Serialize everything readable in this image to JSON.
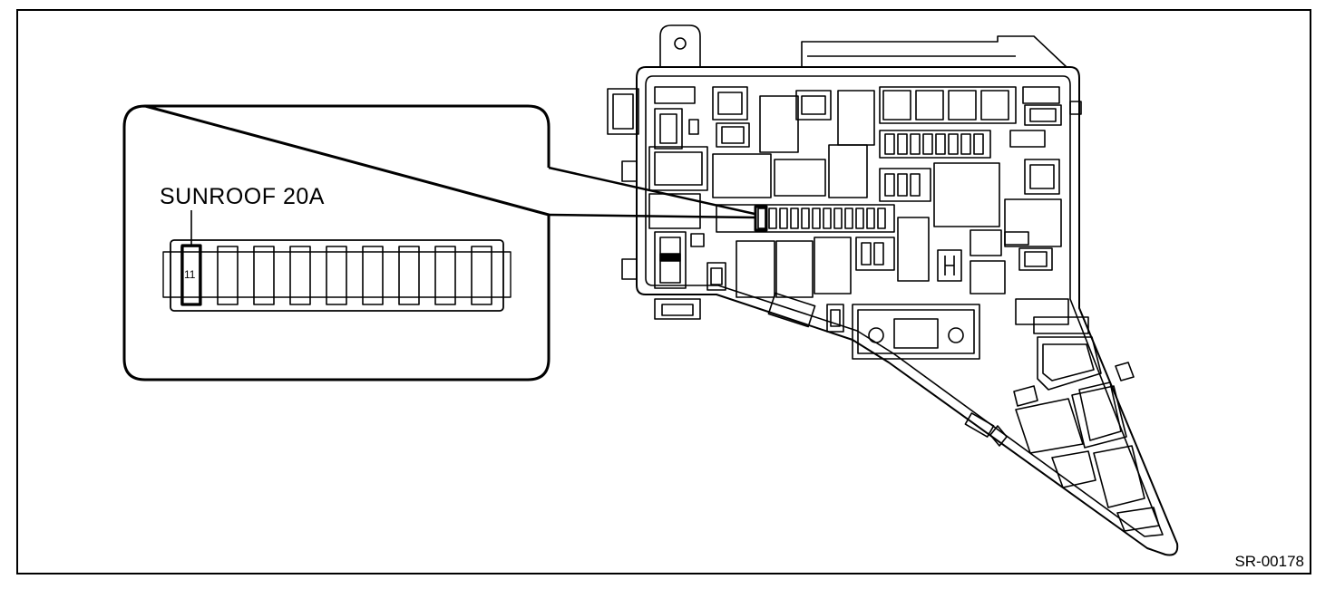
{
  "callout": {
    "label": "SUNROOF  20A",
    "fuse_number": "11"
  },
  "figure_code": "SR-00178"
}
